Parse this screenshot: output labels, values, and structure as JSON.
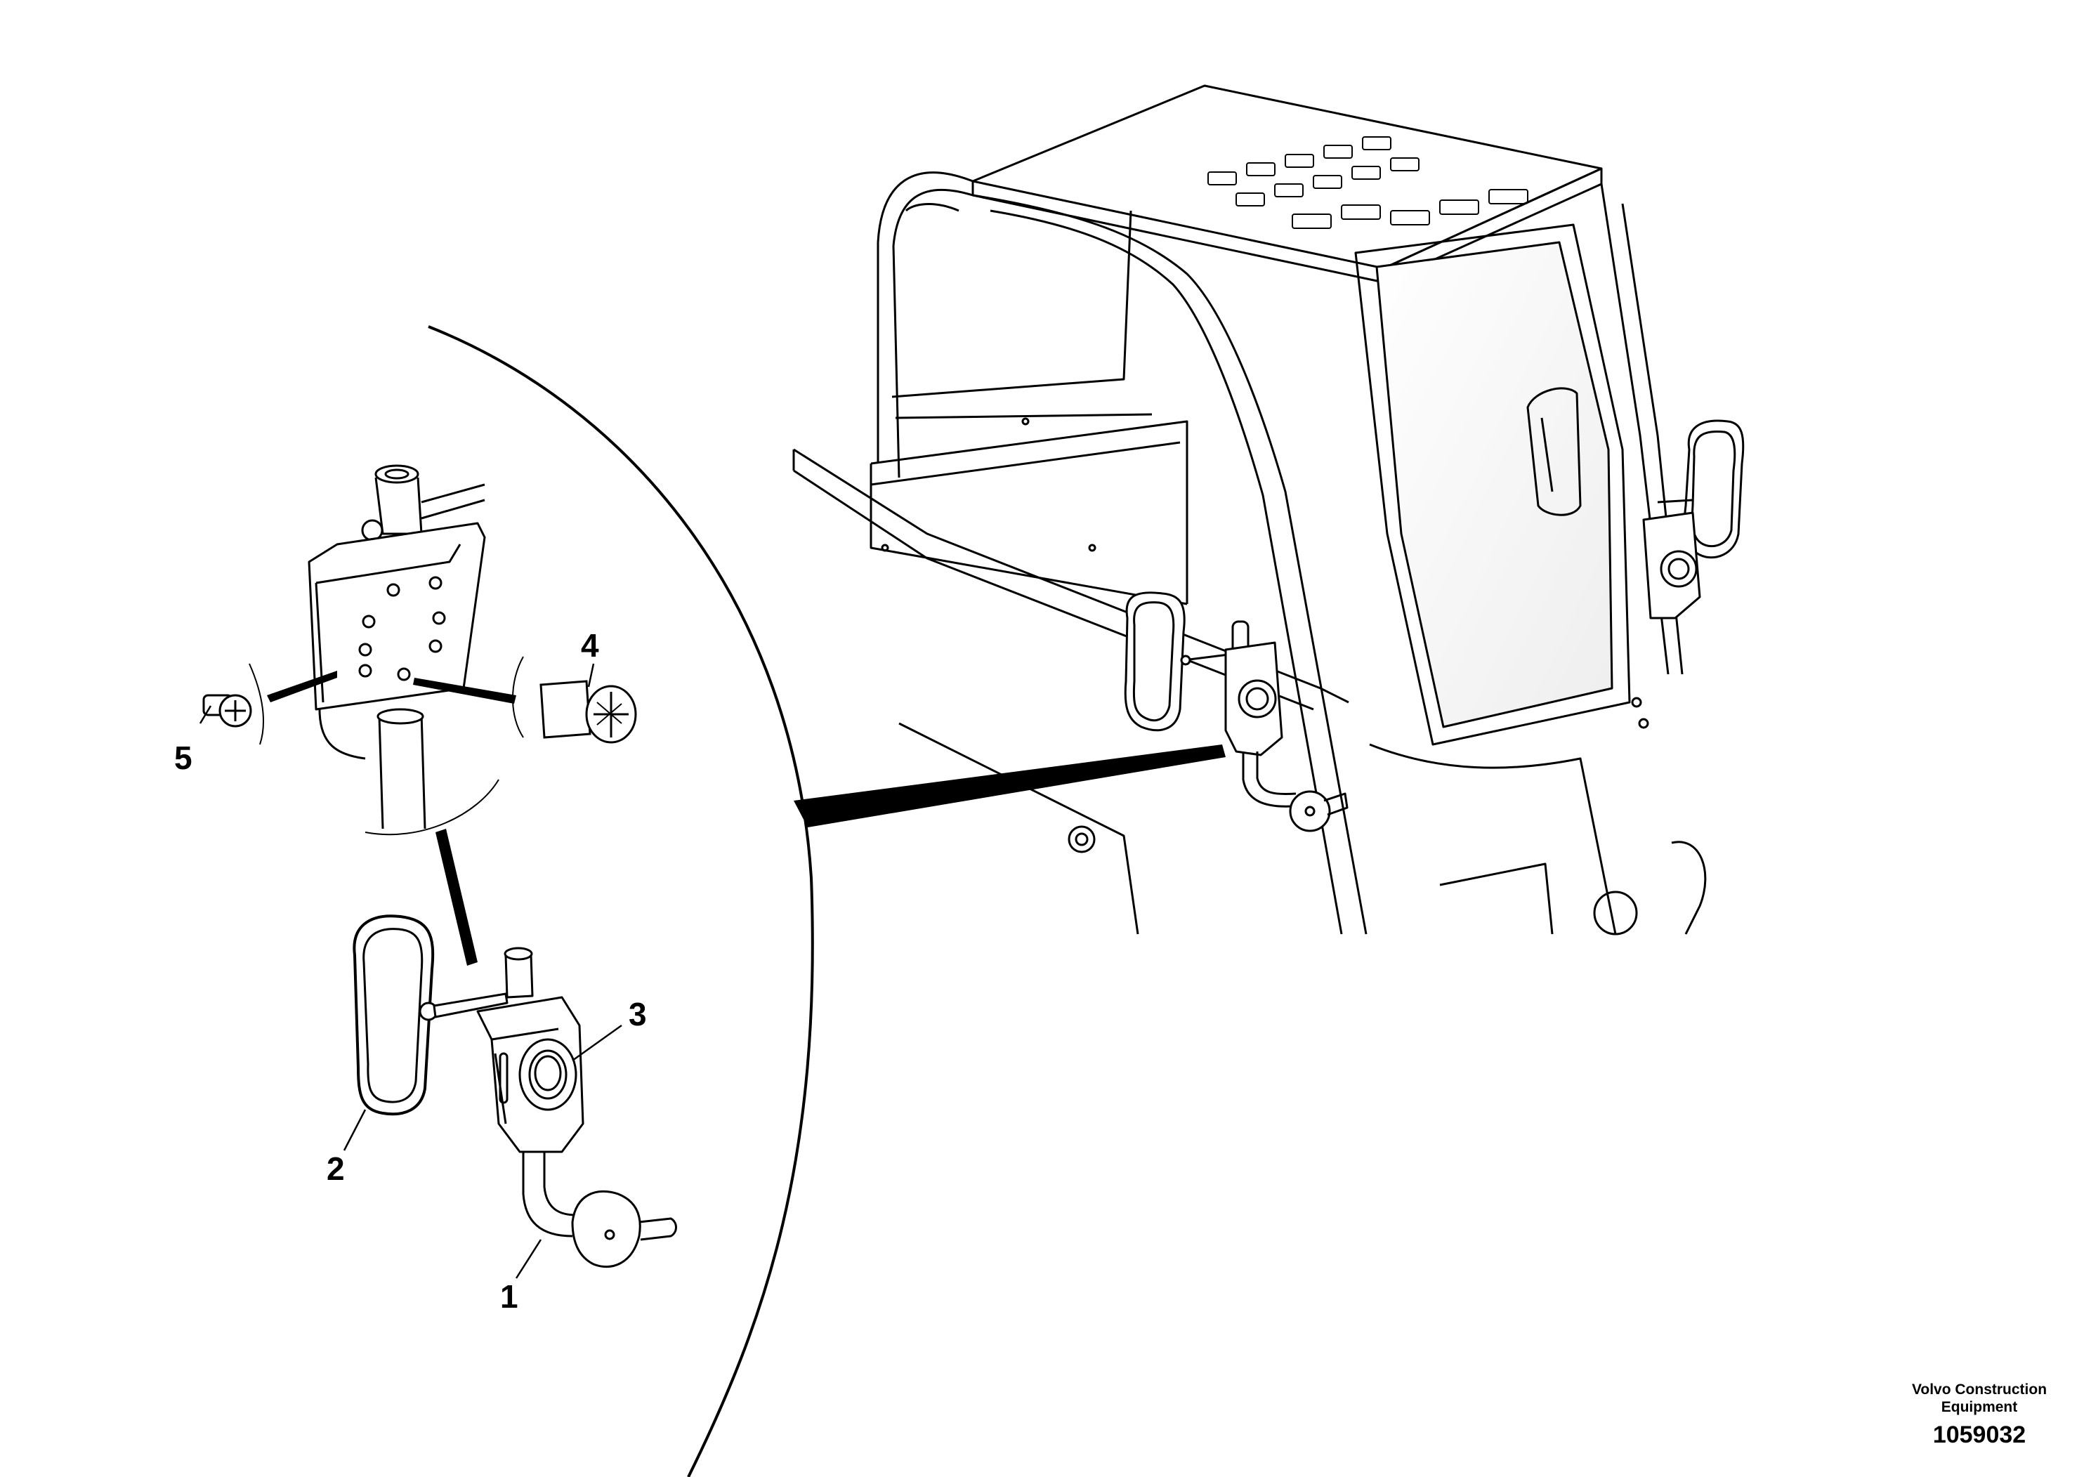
{
  "callouts": [
    {
      "id": "1",
      "text": "1"
    },
    {
      "id": "2",
      "text": "2"
    },
    {
      "id": "3",
      "text": "3"
    },
    {
      "id": "4",
      "text": "4"
    },
    {
      "id": "5",
      "text": "5"
    }
  ],
  "footer": {
    "brand_line1": "Volvo Construction",
    "brand_line2": "Equipment",
    "drawing_number": "1059032"
  }
}
